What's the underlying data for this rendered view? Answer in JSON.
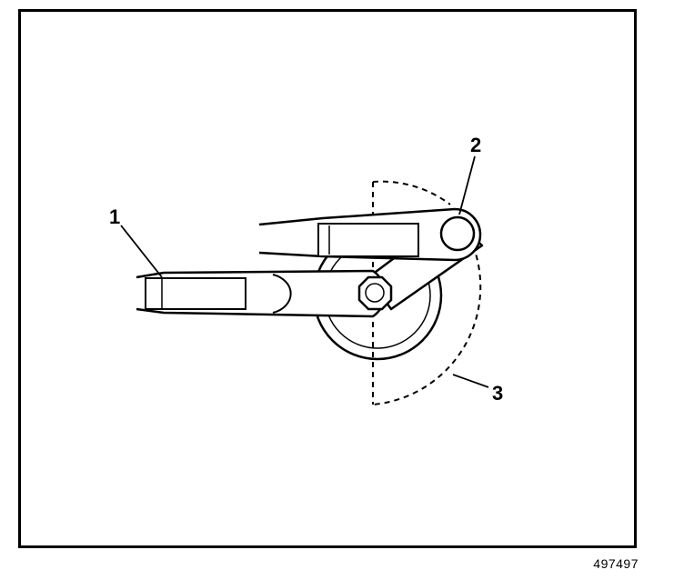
{
  "figure": {
    "id_label": "497497"
  },
  "callouts": [
    {
      "number": "1",
      "name": "callout-1"
    },
    {
      "number": "2",
      "name": "callout-2"
    },
    {
      "number": "3",
      "name": "callout-3"
    }
  ],
  "icons": {
    "assembly": "wrench-tensioner-icon"
  },
  "colors": {
    "ink": "#000000",
    "paper": "#ffffff"
  }
}
